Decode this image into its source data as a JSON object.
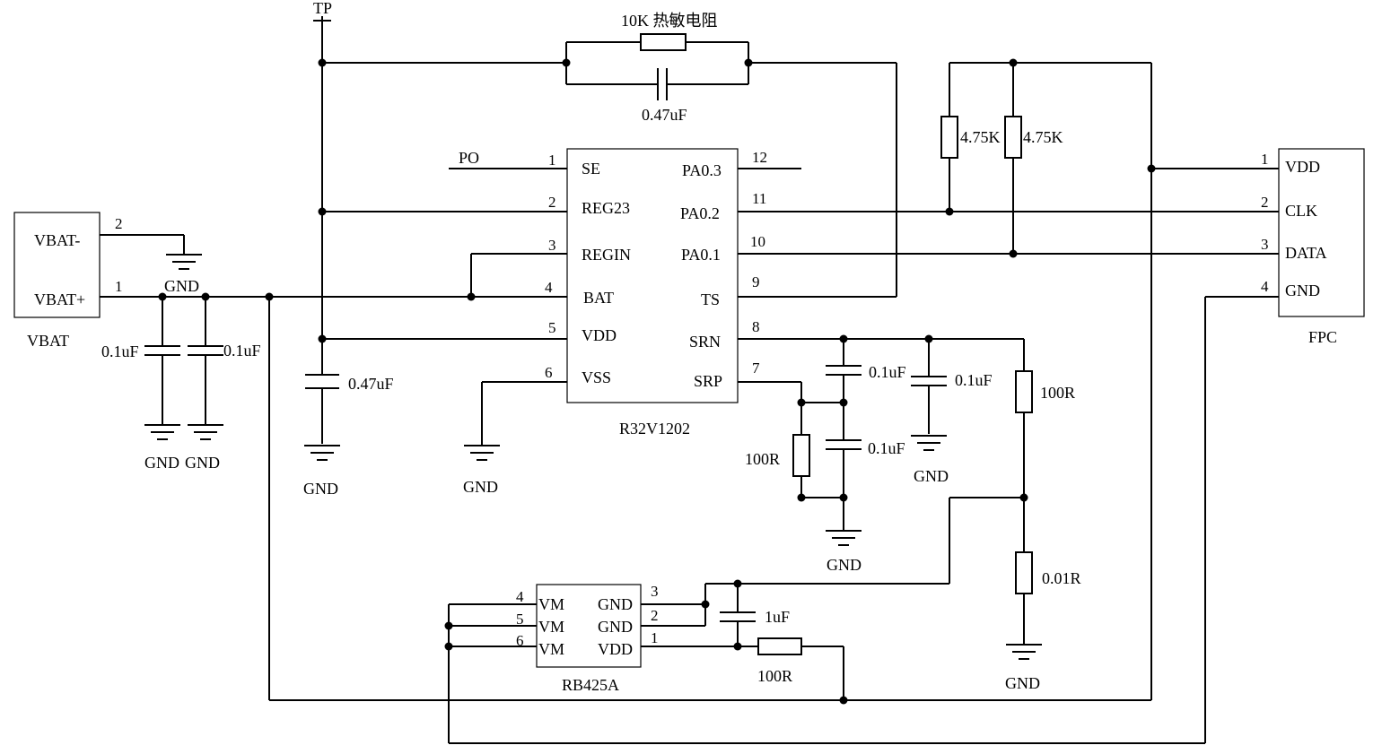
{
  "labels": {
    "tp": "TP",
    "thermistor": "10K 热敏电阻",
    "cap_047_top": "0.47uF",
    "cap_047_left": "0.47uF",
    "pull_up_1": "4.75K",
    "pull_up_2": "4.75K",
    "po": "PO",
    "vbat_name": "VBAT",
    "fpc_name": "FPC",
    "chip_name": "R32V1202",
    "mosfet_name": "RB425A",
    "cap_vbat_1": "0.1uF",
    "cap_vbat_2": "0.1uF",
    "cap_srn_1": "0.1uF",
    "cap_srn_2": "0.1uF",
    "cap_srp": "0.1uF",
    "res_srp": "100R",
    "res_srn": "100R",
    "res_sense": "0.01R",
    "res_vdd": "100R",
    "cap_1uf": "1uF"
  },
  "gnd": {
    "vbat_minus": "GND",
    "cap1": "GND",
    "cap2": "GND",
    "tp_cap": "GND",
    "vss": "GND",
    "srp": "GND",
    "srn": "GND",
    "sense": "GND"
  },
  "vbat_connector": {
    "pins": [
      {
        "num": "2",
        "name": "VBAT-"
      },
      {
        "num": "1",
        "name": "VBAT+"
      }
    ]
  },
  "fpc_connector": {
    "pins": [
      {
        "num": "1",
        "name": "VDD"
      },
      {
        "num": "2",
        "name": "CLK"
      },
      {
        "num": "3",
        "name": "DATA"
      },
      {
        "num": "4",
        "name": "GND"
      }
    ]
  },
  "chip": {
    "left_pins": [
      {
        "num": "1",
        "name": "SE"
      },
      {
        "num": "2",
        "name": "REG23"
      },
      {
        "num": "3",
        "name": "REGIN"
      },
      {
        "num": "4",
        "name": "BAT"
      },
      {
        "num": "5",
        "name": "VDD"
      },
      {
        "num": "6",
        "name": "VSS"
      }
    ],
    "right_pins": [
      {
        "num": "12",
        "name": "PA0.3"
      },
      {
        "num": "11",
        "name": "PA0.2"
      },
      {
        "num": "10",
        "name": "PA0.1"
      },
      {
        "num": "9",
        "name": "TS"
      },
      {
        "num": "8",
        "name": "SRN"
      },
      {
        "num": "7",
        "name": "SRP"
      }
    ]
  },
  "mosfet": {
    "left_pins": [
      {
        "num": "4",
        "name": "VM"
      },
      {
        "num": "5",
        "name": "VM"
      },
      {
        "num": "6",
        "name": "VM"
      }
    ],
    "right_pins": [
      {
        "num": "3",
        "name": "GND"
      },
      {
        "num": "2",
        "name": "GND"
      },
      {
        "num": "1",
        "name": "VDD"
      }
    ]
  }
}
